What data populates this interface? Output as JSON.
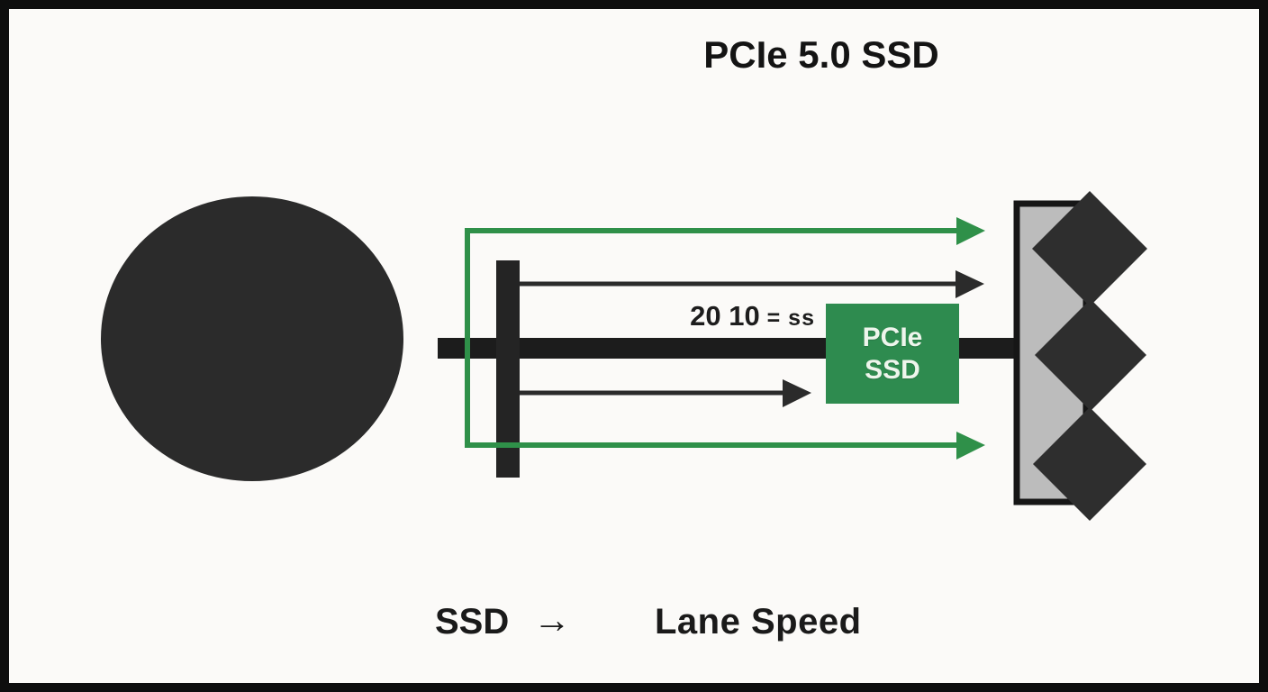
{
  "title": "PCIe 5.0 SSD",
  "diagram": {
    "bus_label_value": "20 10",
    "bus_label_suffix": " = ss",
    "chip_line1": "PCIe",
    "chip_line2": "SSD"
  },
  "legend": {
    "left_label": "SSD",
    "arrow_glyph": "→",
    "right_label": "Lane Speed"
  },
  "colors": {
    "accent_green": "#2e8b4f",
    "arrow_green": "#2f9049",
    "shape_dark": "#2b2b2b",
    "bus_black": "#1c1c1c",
    "panel_gray": "#bcbcbc",
    "frame_black": "#0e0e0e",
    "background": "#fbfaf8",
    "chip_text": "#eef5ec"
  },
  "icons": {
    "right_arrow_icon": "→",
    "green_arrowhead_icon": "▶",
    "black_arrowhead_icon": "▶"
  }
}
